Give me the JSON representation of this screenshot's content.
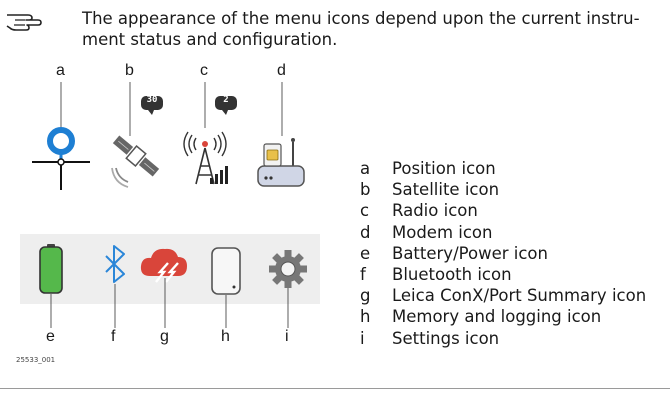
{
  "note": {
    "icon": "pointing-hand-note-icon",
    "text": "The appearance of the menu icons depend upon the current instru- ment status and configuration."
  },
  "figure": {
    "id": "25533_001",
    "top_letters": [
      "a",
      "b",
      "c",
      "d"
    ],
    "bottom_letters": [
      "e",
      "f",
      "g",
      "h",
      "i"
    ],
    "satellite_badge": "30",
    "radio_badge": "2",
    "colors": {
      "position_blue": "#1e7fd3",
      "battery_green": "#55b84b",
      "bluetooth_blue": "#2a86d8",
      "conx_red": "#d9453a",
      "panel_gray": "#eeeeee"
    }
  },
  "legend": [
    {
      "letter": "a",
      "label": "Position icon"
    },
    {
      "letter": "b",
      "label": "Satellite icon"
    },
    {
      "letter": "c",
      "label": "Radio icon"
    },
    {
      "letter": "d",
      "label": "Modem icon"
    },
    {
      "letter": "e",
      "label": "Battery/Power icon"
    },
    {
      "letter": "f",
      "label": "Bluetooth icon"
    },
    {
      "letter": "g",
      "label": "Leica ConX/Port Summary icon"
    },
    {
      "letter": "h",
      "label": "Memory and logging icon"
    },
    {
      "letter": "i",
      "label": "Settings icon"
    }
  ]
}
